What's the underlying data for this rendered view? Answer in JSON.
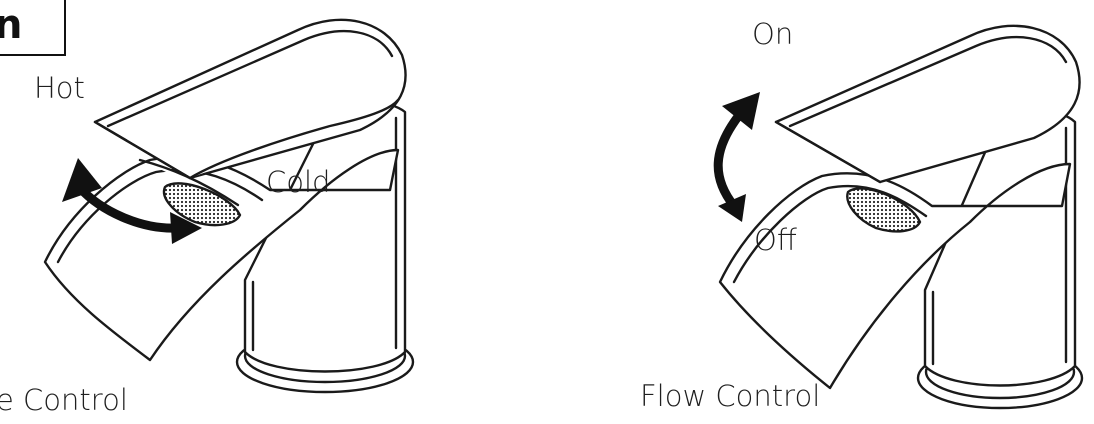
{
  "heading": {
    "text": "n"
  },
  "left_diagram": {
    "caption": "e Control",
    "labels": {
      "hot": "Hot",
      "cold": "Cold"
    }
  },
  "right_diagram": {
    "caption": "Flow Control",
    "labels": {
      "on": "On",
      "off": "Off"
    }
  },
  "colors": {
    "line": "#1a1a1a",
    "background": "#ffffff"
  }
}
